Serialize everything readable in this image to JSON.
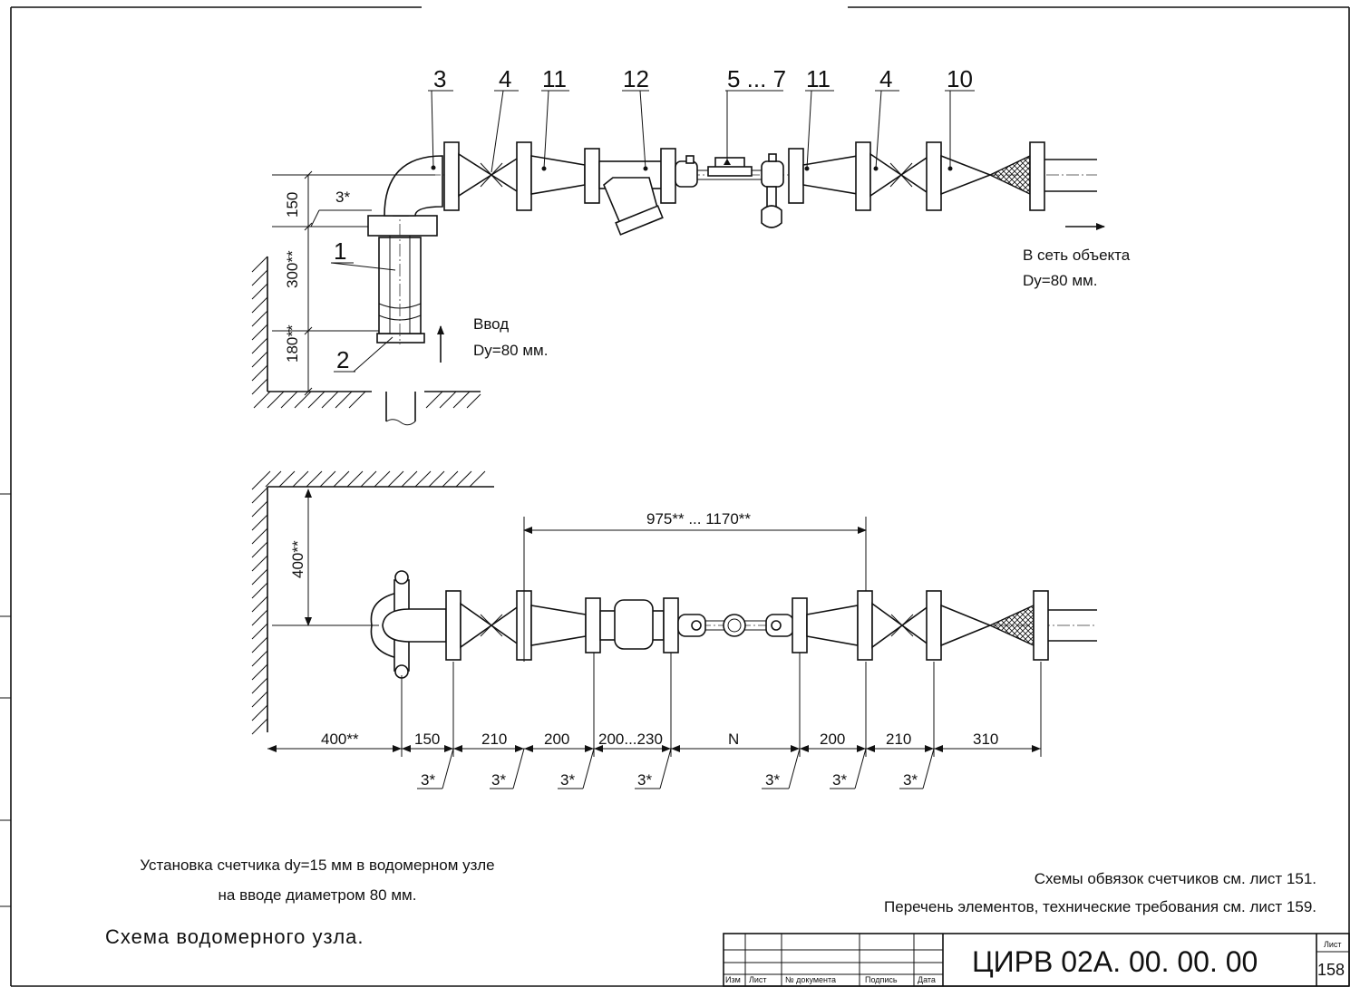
{
  "callouts_top": {
    "c3": "3",
    "c4a": "4",
    "c11a": "11",
    "c12": "12",
    "c57": "5 ... 7",
    "c11b": "11",
    "c4b": "4",
    "c10": "10",
    "c1": "1",
    "c2": "2"
  },
  "labels_top": {
    "outlet_line1": "В сеть объекта",
    "outlet_line2": "Dy=80 мм.",
    "inlet_line1": "Ввод",
    "inlet_line2": "Dy=80 мм."
  },
  "dims_top": {
    "d150": "150",
    "d3star": "3*",
    "d300": "300**",
    "d180": "180**"
  },
  "dims_bottom": {
    "overall": "975** ... 1170**",
    "d400v": "400**",
    "segments": [
      "400**",
      "150",
      "210",
      "200",
      "200...230",
      "N",
      "200",
      "210",
      "310"
    ],
    "gaps": [
      "3*",
      "3*",
      "3*",
      "3*",
      "3*",
      "3*",
      "3*"
    ]
  },
  "notes": {
    "caption_line1": "Установка счетчика dy=15 мм в водомерном узле",
    "caption_line2": "на вводе диаметром 80 мм.",
    "title": "Схема водомерного узла.",
    "ref1": "Схемы обвязок счетчиков см. лист 151.",
    "ref2": "Перечень элементов, технические требования см. лист 159."
  },
  "title_block": {
    "doc_code": "ЦИРВ 02А. 00. 00. 00",
    "sheet_label": "Лист",
    "sheet_number": "158",
    "col_izm": "Изм",
    "col_list": "Лист",
    "col_doc": "№ документа",
    "col_sign": "Подпись",
    "col_date": "Дата"
  }
}
